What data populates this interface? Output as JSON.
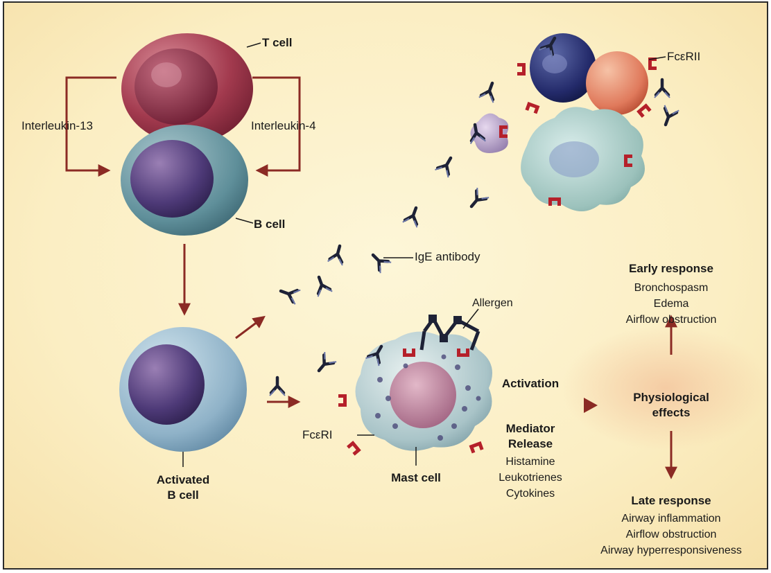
{
  "labels": {
    "t_cell": "T cell",
    "b_cell": "B cell",
    "interleukin_13": "Interleukin-13",
    "interleukin_4": "Interleukin-4",
    "fce_rii": "FcεRII",
    "ige_antibody": "IgE antibody",
    "allergen": "Allergen",
    "activated_b_cell_line1": "Activated",
    "activated_b_cell_line2": "B cell",
    "fce_ri": "FcεRI",
    "mast_cell": "Mast cell",
    "activation": "Activation",
    "mediator_release_line1": "Mediator",
    "mediator_release_line2": "Release",
    "physiological_line1": "Physiological",
    "physiological_line2": "effects"
  },
  "mediators": [
    "Histamine",
    "Leukotrienes",
    "Cytokines"
  ],
  "early_response": {
    "title": "Early response",
    "items": [
      "Bronchospasm",
      "Edema",
      "Airflow obstruction"
    ]
  },
  "late_response": {
    "title": "Late response",
    "items": [
      "Airway inflammation",
      "Airflow obstruction",
      "Airway hyperresponsiveness"
    ]
  },
  "colors": {
    "arrow": "#8b2a24",
    "receptor": "#b5202a",
    "antibody": "#1e2236",
    "background": "#fbf0c8"
  }
}
